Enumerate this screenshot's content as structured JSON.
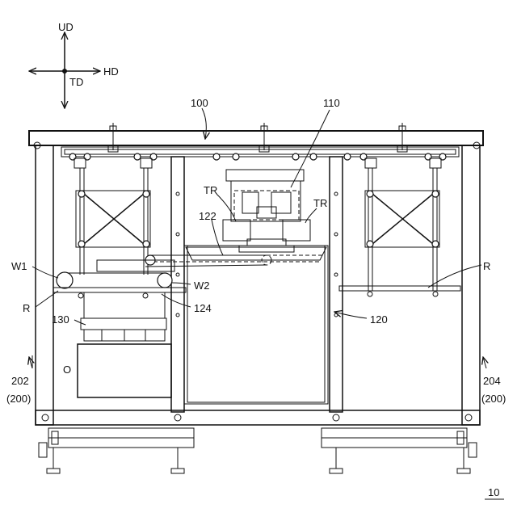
{
  "axes": {
    "ud": "UD",
    "hd": "HD",
    "td": "TD"
  },
  "labels": {
    "l100": "100",
    "l110": "110",
    "tr_left": "TR",
    "tr_right": "TR",
    "l122": "122",
    "w1": "W1",
    "w2": "W2",
    "r_left": "R",
    "r_right": "R",
    "l124": "124",
    "l130": "130",
    "l120": "120",
    "o": "O",
    "l202": "202",
    "l200_left": "(200)",
    "l204": "204",
    "l200_right": "(200)",
    "l10": "10"
  }
}
